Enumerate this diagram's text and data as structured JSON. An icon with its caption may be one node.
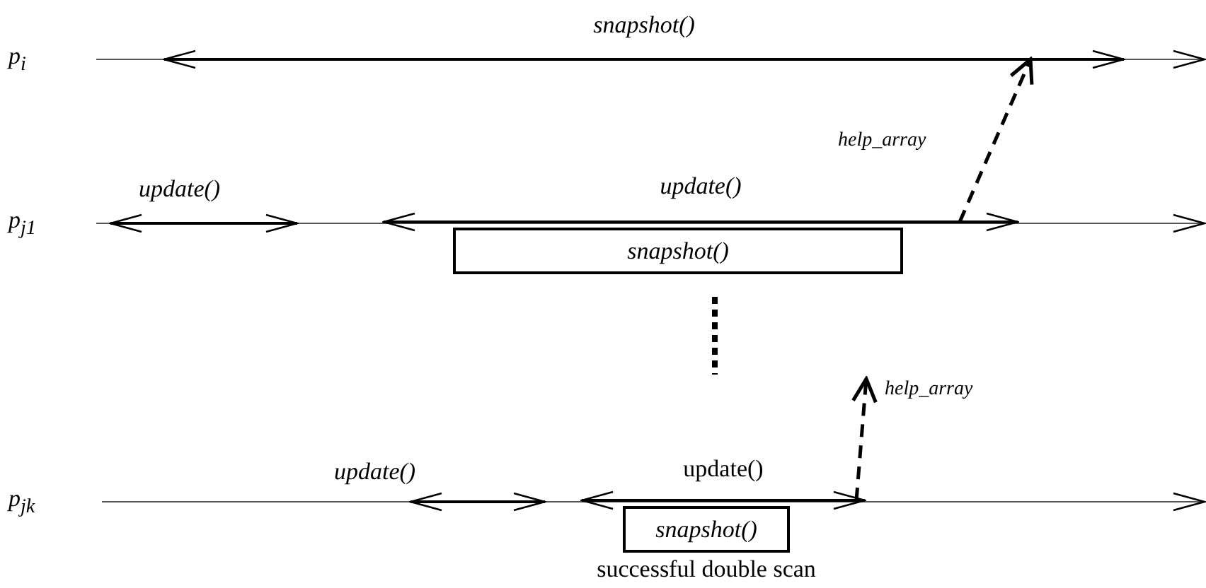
{
  "diagram": {
    "nodes": [
      {
        "text": [
          "snapshot()"
        ]
      },
      {
        "text": [
          "update()"
        ]
      },
      {
        "text": [
          "snapshot()"
        ]
      },
      {
        "text": [
          "update()"
        ]
      },
      {
        "text": [
          "snapshot()"
        ],
        "beside": [
          "successful double scan"
        ]
      }
    ],
    "edges": [
      {
        "from": 1,
        "to": 0,
        "arrow": "to",
        "style": "dashed",
        "label": "help_array"
      },
      {
        "from": 3,
        "to": null,
        "arrow": "to",
        "style": "dashed",
        "label": "help_array"
      }
    ],
    "labels": [
      "p$_{i}$",
      "p$_{j1}$",
      "update()",
      "p$_{jk}$",
      "update()"
    ]
  }
}
